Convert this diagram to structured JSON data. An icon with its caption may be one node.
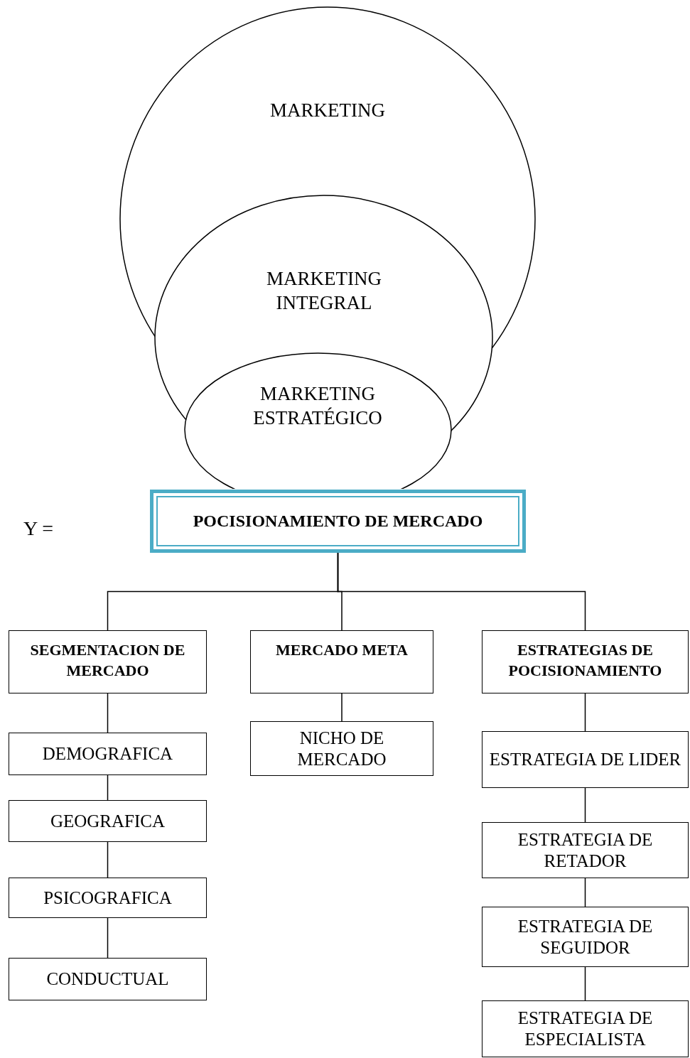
{
  "diagram": {
    "nodes": [
      {
        "text": [
          "MARKETING"
        ]
      },
      {
        "text": [
          "MARKETING INTEGRAL"
        ]
      },
      {
        "text": [
          "MARKETING ESTRATÉGICO"
        ]
      },
      {
        "text": [
          "POCISIONAMIENTO DE MERCADO"
        ]
      },
      {
        "text": [
          "SEGMENTACION DE MERCADO"
        ]
      },
      {
        "text": [
          "MERCADO META"
        ]
      },
      {
        "text": [
          "ESTRATEGIAS DE POCISIONAMIENTO"
        ]
      },
      {
        "text": [
          "DEMOGRAFICA"
        ]
      },
      {
        "text": [
          "GEOGRAFICA"
        ]
      },
      {
        "text": [
          "PSICOGRAFICA"
        ]
      },
      {
        "text": [
          "CONDUCTUAL"
        ]
      },
      {
        "text": [
          "NICHO DE MERCADO"
        ]
      },
      {
        "text": [
          "ESTRATEGIA DE LIDER"
        ]
      },
      {
        "text": [
          "ESTRATEGIA DE RETADOR"
        ]
      },
      {
        "text": [
          "ESTRATEGIA DE SEGUIDOR"
        ]
      },
      {
        "text": [
          "ESTRATEGIA DE ESPECIALISTA"
        ]
      }
    ],
    "edges": [
      {
        "from": 3,
        "to": 4,
        "arrow": "none"
      },
      {
        "from": 3,
        "to": 5,
        "arrow": "none"
      },
      {
        "from": 3,
        "to": 6,
        "arrow": "none"
      },
      {
        "from": 4,
        "to": 7,
        "arrow": "none"
      },
      {
        "from": 7,
        "to": 8,
        "arrow": "none"
      },
      {
        "from": 8,
        "to": 9,
        "arrow": "none"
      },
      {
        "from": 9,
        "to": 10,
        "arrow": "none"
      },
      {
        "from": 5,
        "to": 11,
        "arrow": "none"
      },
      {
        "from": 6,
        "to": 12,
        "arrow": "none"
      },
      {
        "from": 12,
        "to": 13,
        "arrow": "none"
      },
      {
        "from": 13,
        "to": 14,
        "arrow": "none"
      },
      {
        "from": 14,
        "to": 15,
        "arrow": "none"
      }
    ],
    "labels": [
      "Y ="
    ]
  }
}
